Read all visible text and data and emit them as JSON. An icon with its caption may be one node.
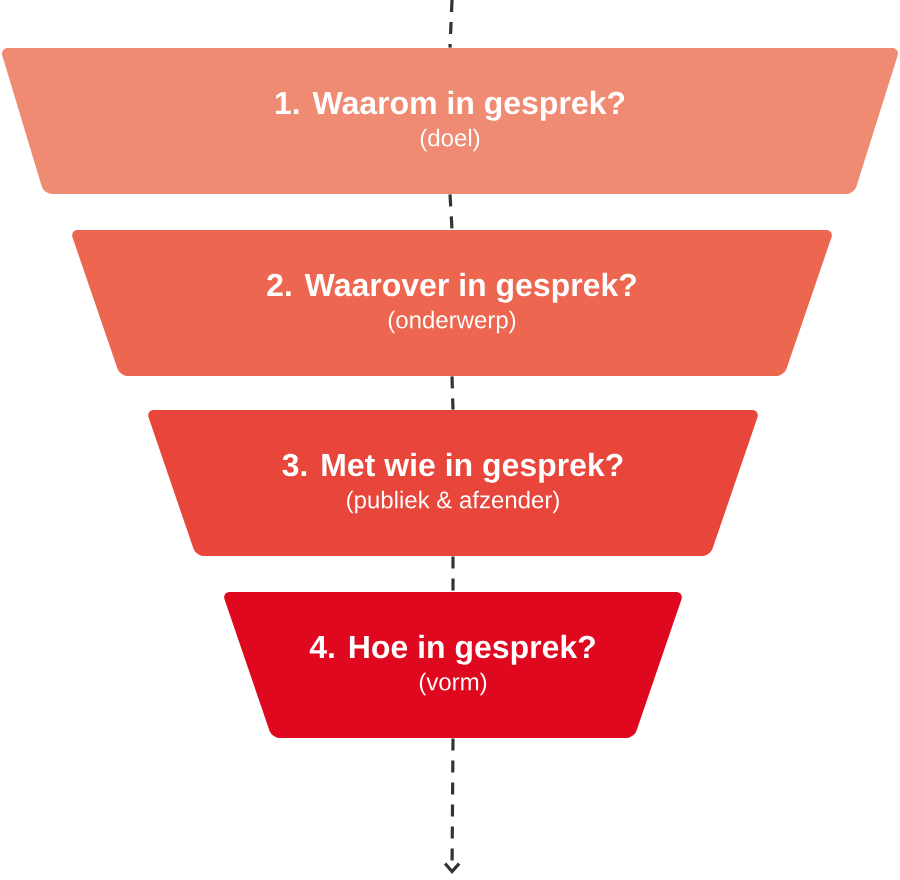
{
  "diagram": {
    "nodes": [
      {
        "text": [
          "1. Waarom in gesprek?",
          "(doel)"
        ]
      },
      {
        "text": [
          "2. Waarover in gesprek?",
          "(onderwerp)"
        ]
      },
      {
        "text": [
          "3. Met wie in gesprek?",
          "(publiek & afzender)"
        ]
      },
      {
        "text": [
          "4. Hoe in gesprek?",
          "(vorm)"
        ]
      }
    ],
    "edges": [
      {
        "from": null,
        "to": 0,
        "arrow": "none",
        "style": "dashed"
      },
      {
        "from": 0,
        "to": 1,
        "arrow": "none",
        "style": "dashed"
      },
      {
        "from": 1,
        "to": 2,
        "arrow": "none",
        "style": "dashed"
      },
      {
        "from": 2,
        "to": 3,
        "arrow": "none",
        "style": "dashed"
      },
      {
        "from": 3,
        "to": null,
        "arrow": "to",
        "style": "dashed"
      }
    ]
  }
}
